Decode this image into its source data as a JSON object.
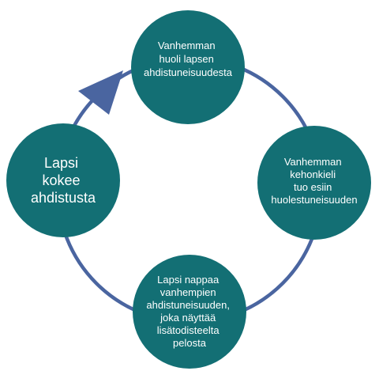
{
  "diagram": {
    "nodes": [
      {
        "id": "top",
        "lines": [
          "Vanhemman",
          "huoli lapsen",
          "ahdistuneisuudesta"
        ]
      },
      {
        "id": "right",
        "lines": [
          "Vanhemman",
          "kehonkieli",
          "tuo esiin",
          "huolestuneisuuden"
        ]
      },
      {
        "id": "bottom",
        "lines": [
          "Lapsi nappaa",
          "vanhempien",
          "ahdistuneisuuden,",
          "joka näyttää",
          "lisätodisteelta",
          "pelosta"
        ]
      },
      {
        "id": "left",
        "lines": [
          "Lapsi",
          "kokee",
          "ahdistusta"
        ]
      }
    ],
    "colors": {
      "node_fill": "#136f74",
      "node_text": "#ffffff",
      "ring": "#4a65a0",
      "arrow": "#4a65a0",
      "background": "#ffffff"
    }
  }
}
